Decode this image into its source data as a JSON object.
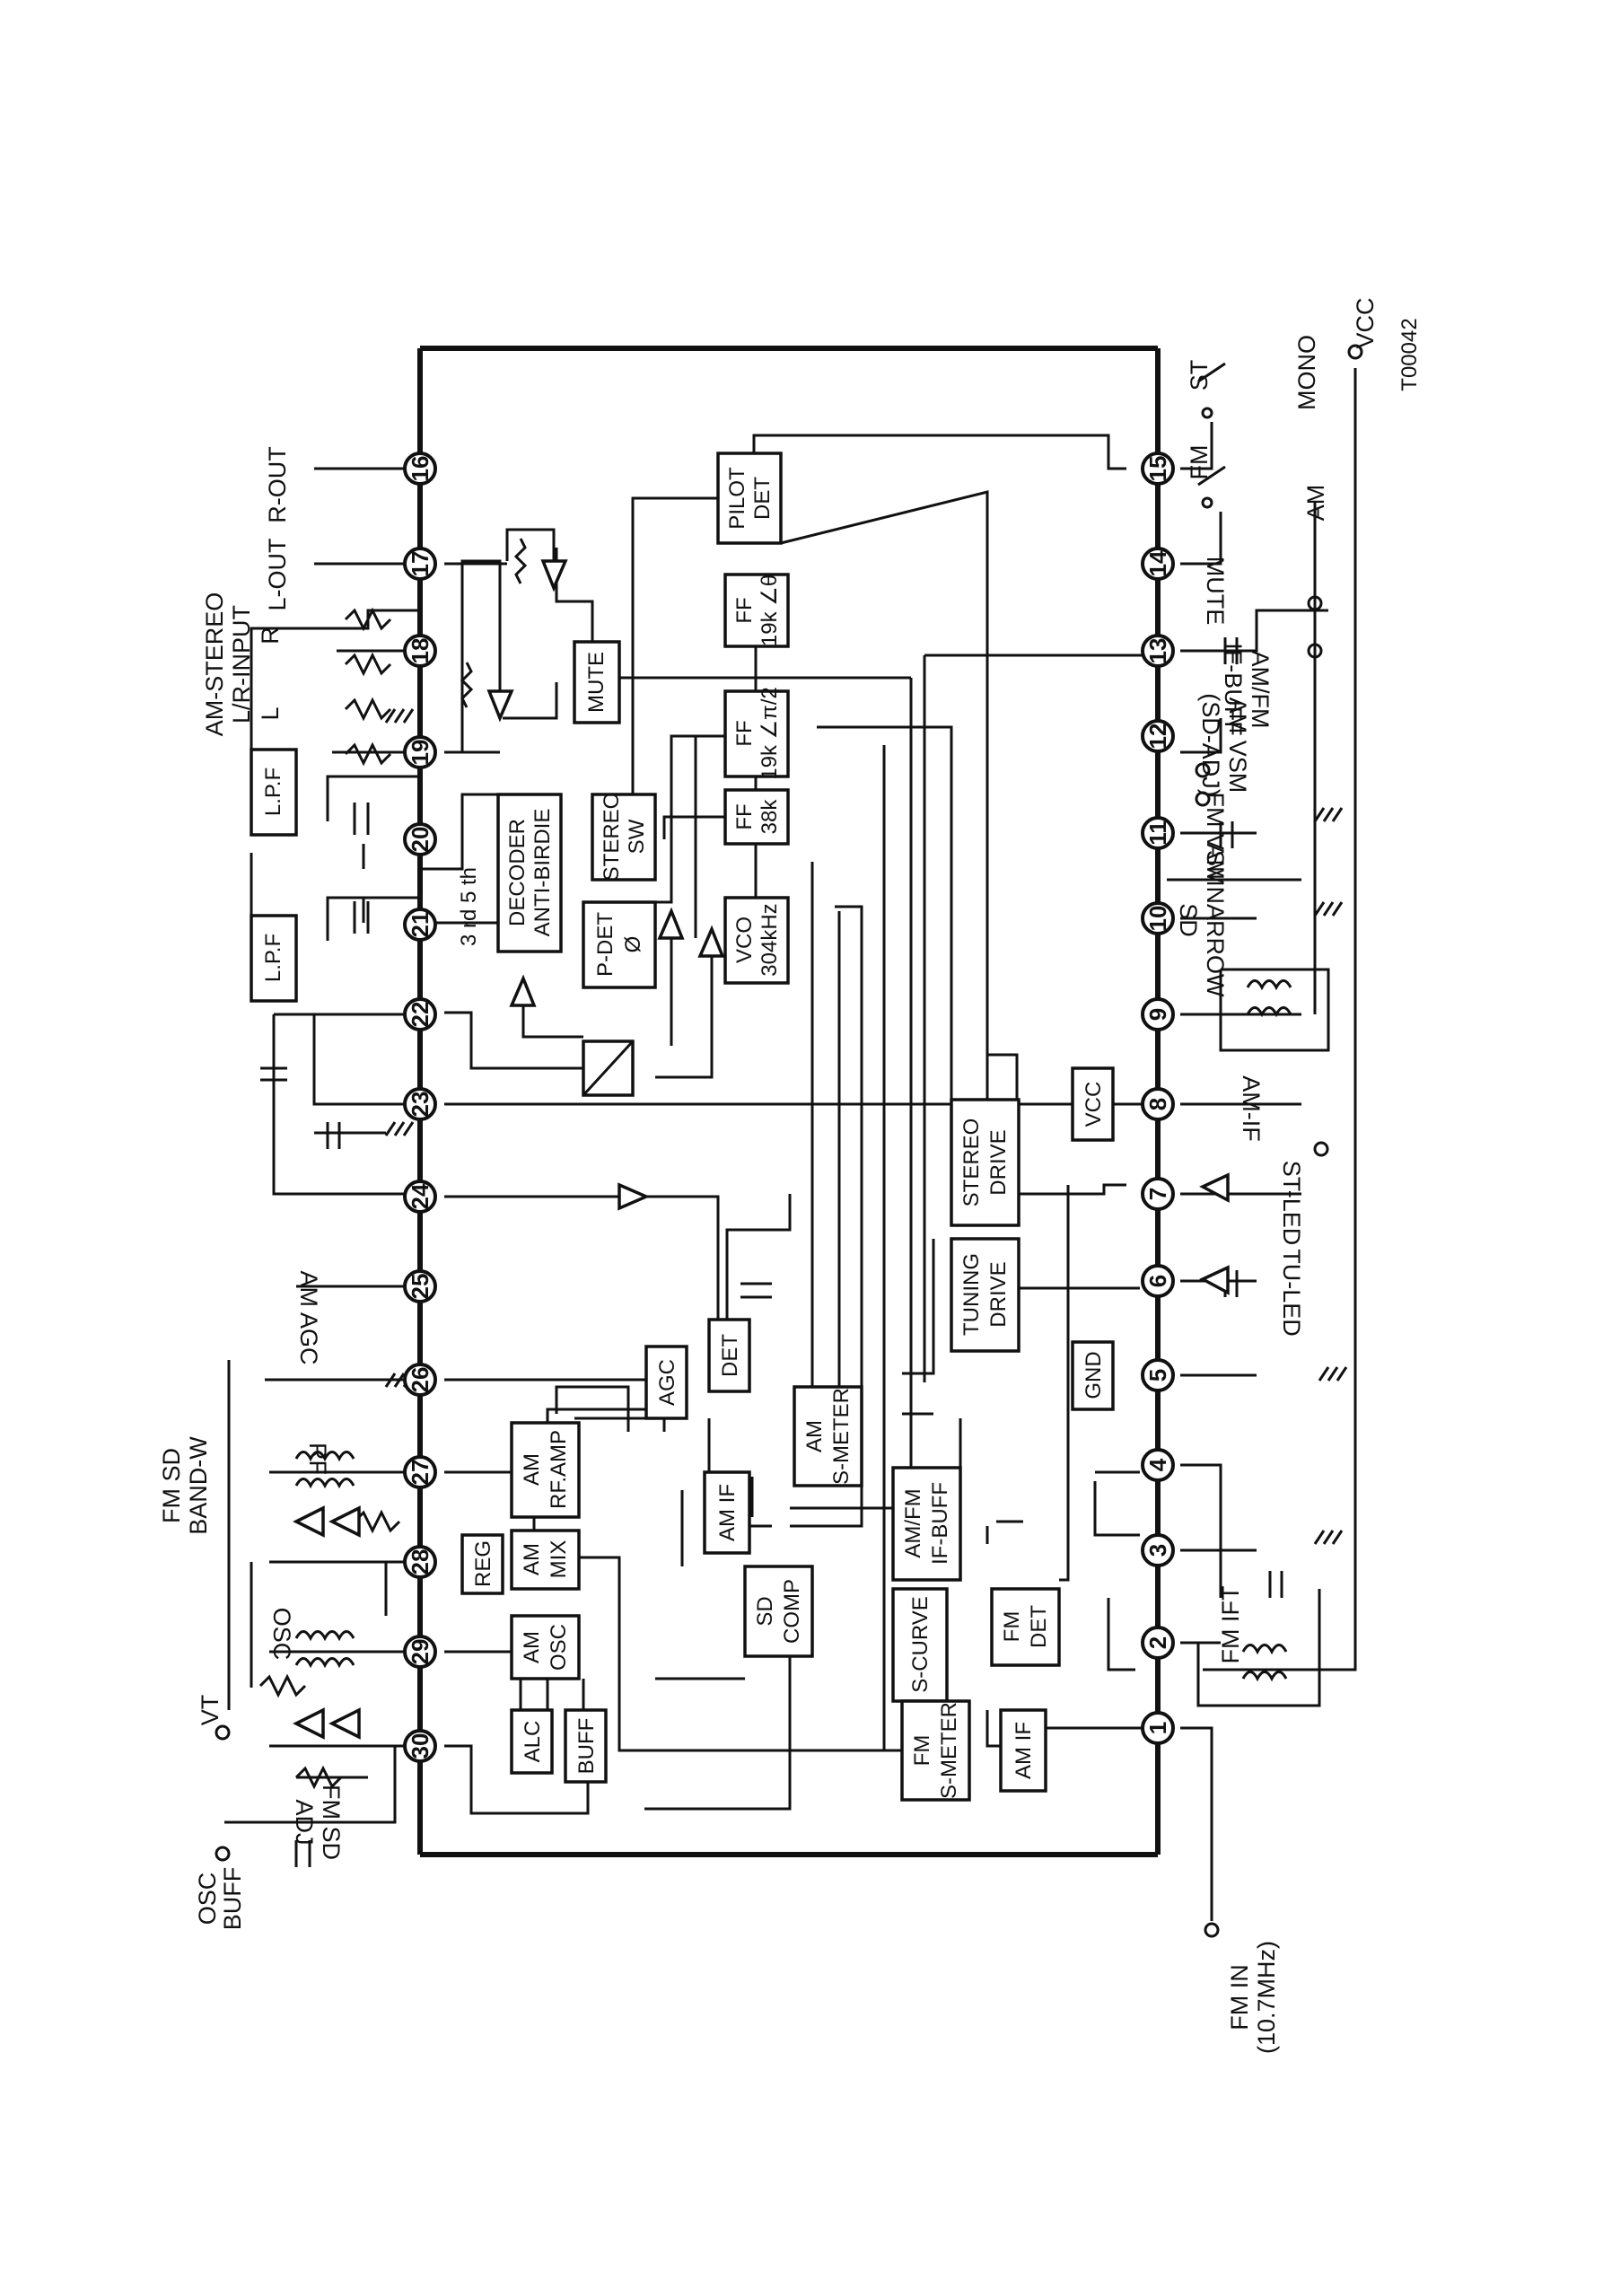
{
  "diagram_code": "T00042",
  "pins": {
    "p1": "1",
    "p2": "2",
    "p3": "3",
    "p4": "4",
    "p5": "5",
    "p6": "6",
    "p7": "7",
    "p8": "8",
    "p9": "9",
    "p10": "10",
    "p11": "11",
    "p12": "12",
    "p13": "13",
    "p14": "14",
    "p15": "15",
    "p16": "16",
    "p17": "17",
    "p18": "18",
    "p19": "19",
    "p20": "20",
    "p21": "21",
    "p22": "22",
    "p23": "23",
    "p24": "24",
    "p25": "25",
    "p26": "26",
    "p27": "27",
    "p28": "28",
    "p29": "29",
    "p30": "30"
  },
  "blocks": {
    "pilot_det": [
      "PILOT",
      "DET"
    ],
    "ff_19k_theta": [
      "FF",
      "19k ∠θ"
    ],
    "ff_19k_pi2": [
      "FF",
      "19k ∠π/2"
    ],
    "ff_38k": [
      "FF",
      "38k"
    ],
    "vco": [
      "VCO",
      "304kHz"
    ],
    "stereo_sw": [
      "STEREO",
      "SW"
    ],
    "p_det": [
      "P-DET",
      "Ø"
    ],
    "decoder": [
      "DECODER",
      "ANTI-BIRDIE"
    ],
    "lpf_20": "L.P.F",
    "lpf_21": "L.P.F",
    "mute_block": "MUTE",
    "stereo_drive": [
      "STEREO",
      "DRIVE"
    ],
    "tuning_drive": [
      "TUNING",
      "DRIVE"
    ],
    "vcc_block": "VCC",
    "gnd_block": "GND",
    "agc": "AGC",
    "det": "DET",
    "am_if_upper": "AM IF",
    "am_s_meter": [
      "AM",
      "S-METER"
    ],
    "am_rf_amp": [
      "AM",
      "RF.AMP"
    ],
    "am_mix": [
      "AM",
      "MIX"
    ],
    "am_osc": [
      "AM",
      "OSC"
    ],
    "reg": "REG",
    "alc": "ALC",
    "buff": "BUFF",
    "sd_comp": [
      "SD",
      "COMP"
    ],
    "am_fm_if_buff": [
      "AM/FM",
      "IF-BUFF"
    ],
    "s_curve": "S-CURVE",
    "fm_det": [
      "FM",
      "DET"
    ],
    "fm_s_meter": [
      "FM",
      "S-METER"
    ],
    "am_if_lower": "AM IF"
  },
  "labels": {
    "decoder_note": "3 rd 5 th",
    "r_out": "R-OUT",
    "l_out": "L-OUT",
    "am_stereo_input": [
      "AM-STEREO",
      "L/R-INPUT"
    ],
    "r_in": "R",
    "l_in": "L",
    "am_agc": "AM AGC",
    "rf": "RF",
    "osc_coil": "OSC",
    "fm_sd_band_w": [
      "FM SD",
      "BAND-W"
    ],
    "vt": "VT",
    "fm_sd_adj": [
      "FM SD",
      "ADJ"
    ],
    "osc_buff": [
      "OSC",
      "BUFF"
    ],
    "fm_in": [
      "FM IN",
      "(10.7MHz)"
    ],
    "fm_ift": "FM IFT",
    "tu_led": "TU-LED",
    "st_led": "ST-LED",
    "am_if_out": "AM-IF",
    "am_narrow_sd": [
      "AM NARROW",
      "SD"
    ],
    "fm_vsm": "FM VSM",
    "am_vsm_sd_adj": [
      "AM VSM",
      "(SD-ADJ)"
    ],
    "am_fm_if_buff_out": [
      "AM/FM",
      "IF-BUFF"
    ],
    "mute_in": "MUTE",
    "am_sw": "AM",
    "fm_sw": "FM",
    "st_sw": "ST",
    "mono": "MONO",
    "vcc_ext": "VCC"
  }
}
